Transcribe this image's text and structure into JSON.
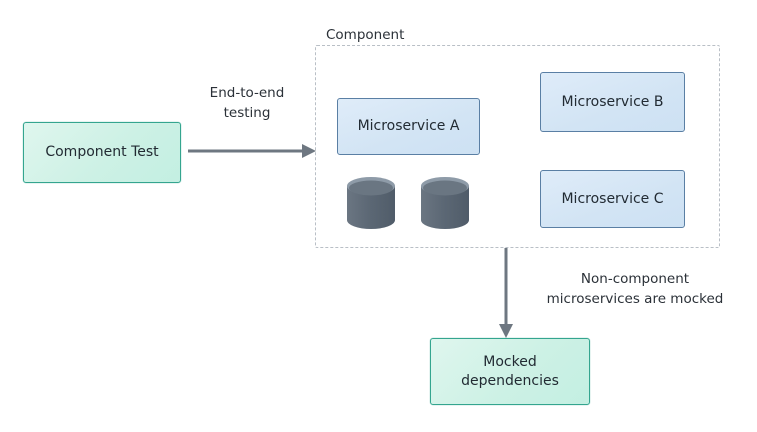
{
  "diagram": {
    "title_nodes": {
      "component_test": "Component Test",
      "mocked_dependencies": "Mocked\ndependencies"
    },
    "group": {
      "label": "Component"
    },
    "services": [
      {
        "id": "microservice-a",
        "label": "Microservice A"
      },
      {
        "id": "microservice-b",
        "label": "Microservice B"
      },
      {
        "id": "microservice-c",
        "label": "Microservice C"
      }
    ],
    "databases": [
      {
        "id": "database-1",
        "label": ""
      },
      {
        "id": "database-2",
        "label": ""
      }
    ],
    "edges": [
      {
        "id": "edge-end-to-end",
        "label": "End-to-end\ntesting",
        "from": "component-test",
        "to": "component-group",
        "direction": "right"
      },
      {
        "id": "edge-mocking",
        "label": "Non-component\nmicroservices are mocked",
        "from": "component-group",
        "to": "mocked-dependencies",
        "direction": "down"
      }
    ],
    "colors": {
      "background": "#ffffff",
      "teal_fill": "#cdf1e5",
      "teal_border": "#34a58f",
      "blue_fill": "#d2e4f4",
      "blue_border": "#5a7fa4",
      "group_border": "#b9bfc6",
      "arrow": "#6e7781",
      "db_body": "#5f6b78",
      "db_top": "#93a0ad",
      "text": "#2b3138"
    }
  }
}
